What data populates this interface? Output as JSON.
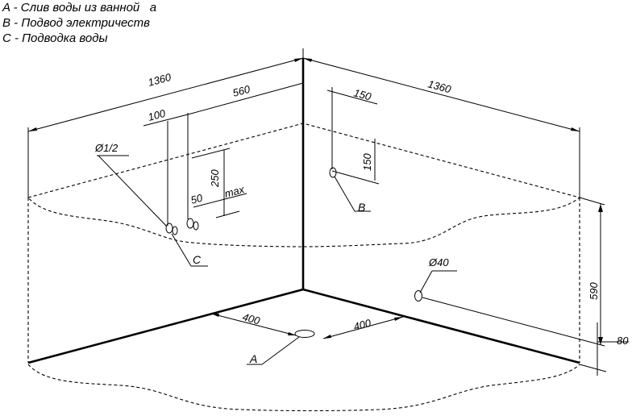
{
  "legend": [
    "A - Слив воды из ванной   а",
    "B - Подвод электричеств",
    "C - Подводка воды"
  ],
  "dimensions": {
    "left_width": "1360",
    "right_width": "1360",
    "d560": "560",
    "d100": "100",
    "d150_top": "150",
    "d150_vert": "150",
    "d250": "250",
    "d50": "50",
    "max": "max",
    "thread": "Ø1/2",
    "drain_dia": "Ø40",
    "height_590": "590",
    "height_80": "80",
    "d400_left": "400",
    "d400_right": "400"
  },
  "callouts": {
    "a": "A",
    "b": "B",
    "c": "C"
  }
}
